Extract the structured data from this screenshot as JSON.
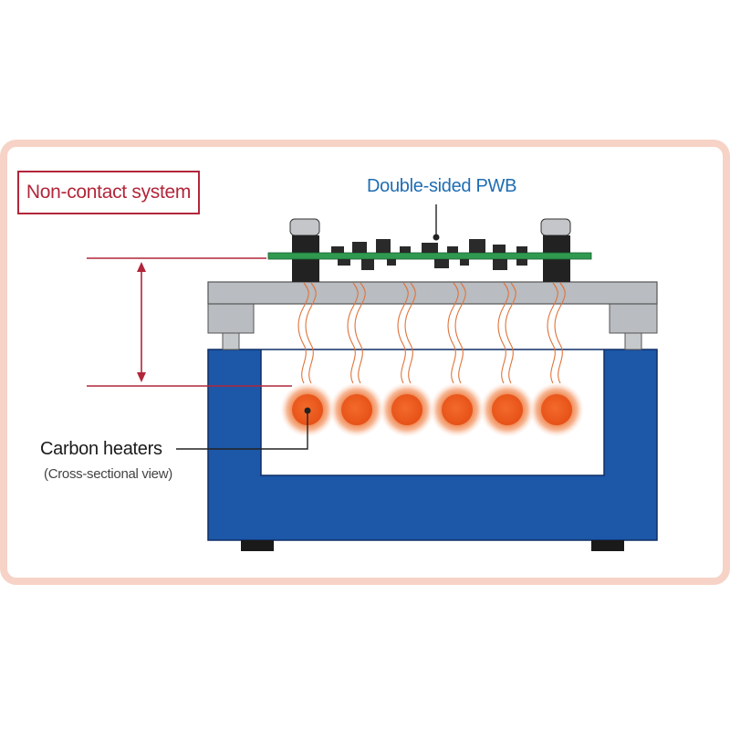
{
  "title_tag": "Non-contact system",
  "labels": {
    "board": "Double-sided PWB",
    "heater": "Carbon heaters",
    "heater_note": "(Cross-sectional view)"
  },
  "colors": {
    "frame_border": "#f6d3c6",
    "tag_red": "#b2263a",
    "board_green": "#2f9a4f",
    "housing_blue": "#1c57a8",
    "plate_gray": "#b9bcc0",
    "heater_core": "#ee5a1e",
    "heater_glow": "#f7b48c"
  },
  "heaters": [
    {
      "name": "heater-1"
    },
    {
      "name": "heater-2"
    },
    {
      "name": "heater-3"
    },
    {
      "name": "heater-4"
    },
    {
      "name": "heater-5"
    },
    {
      "name": "heater-6"
    }
  ]
}
